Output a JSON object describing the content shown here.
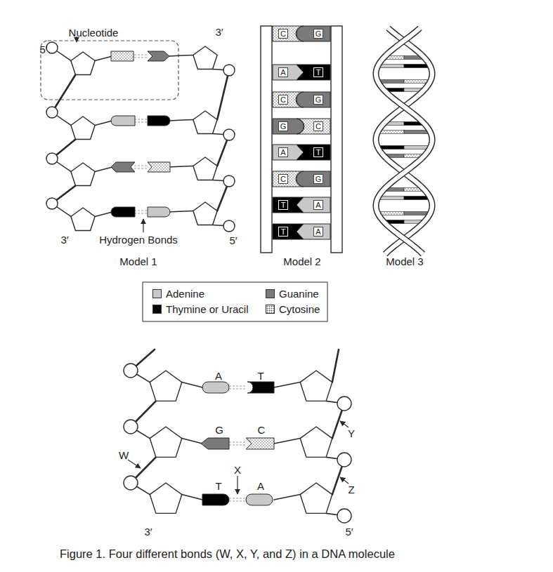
{
  "diagram": {
    "caption": "Figure 1. Four different bonds (W, X, Y, and Z) in a DNA molecule",
    "nodes": [
      {
        "text": [
          "C"
        ]
      },
      {
        "text": [
          "G"
        ]
      },
      {
        "text": [
          "A"
        ]
      },
      {
        "text": [
          "T"
        ]
      },
      {
        "text": [
          "C"
        ]
      },
      {
        "text": [
          "G"
        ]
      },
      {
        "text": [
          "G"
        ]
      },
      {
        "text": [
          "C"
        ]
      },
      {
        "text": [
          "A"
        ]
      },
      {
        "text": [
          "T"
        ]
      },
      {
        "text": [
          "C"
        ]
      },
      {
        "text": [
          "G"
        ]
      },
      {
        "text": [
          "T"
        ]
      },
      {
        "text": [
          "A"
        ]
      },
      {
        "text": [
          "T"
        ]
      },
      {
        "text": [
          "A"
        ]
      }
    ],
    "labels": [
      "Nucleotide",
      "5′",
      "3′",
      "3′",
      "Hydrogen Bonds",
      "5′",
      "Model 1",
      "Model 2",
      "Model 3",
      "A",
      "T",
      "G",
      "C",
      "Y",
      "W",
      "X",
      "T",
      "A",
      "Z",
      "3′",
      "5′"
    ],
    "legend": [
      {
        "text": "Adenine",
        "color": "#c8c8c8"
      },
      {
        "text": "Guanine",
        "color": "#7a7a7a"
      },
      {
        "text": "Thymine or Uracil",
        "color": "#000000"
      },
      {
        "text": "Cytosine"
      }
    ]
  }
}
